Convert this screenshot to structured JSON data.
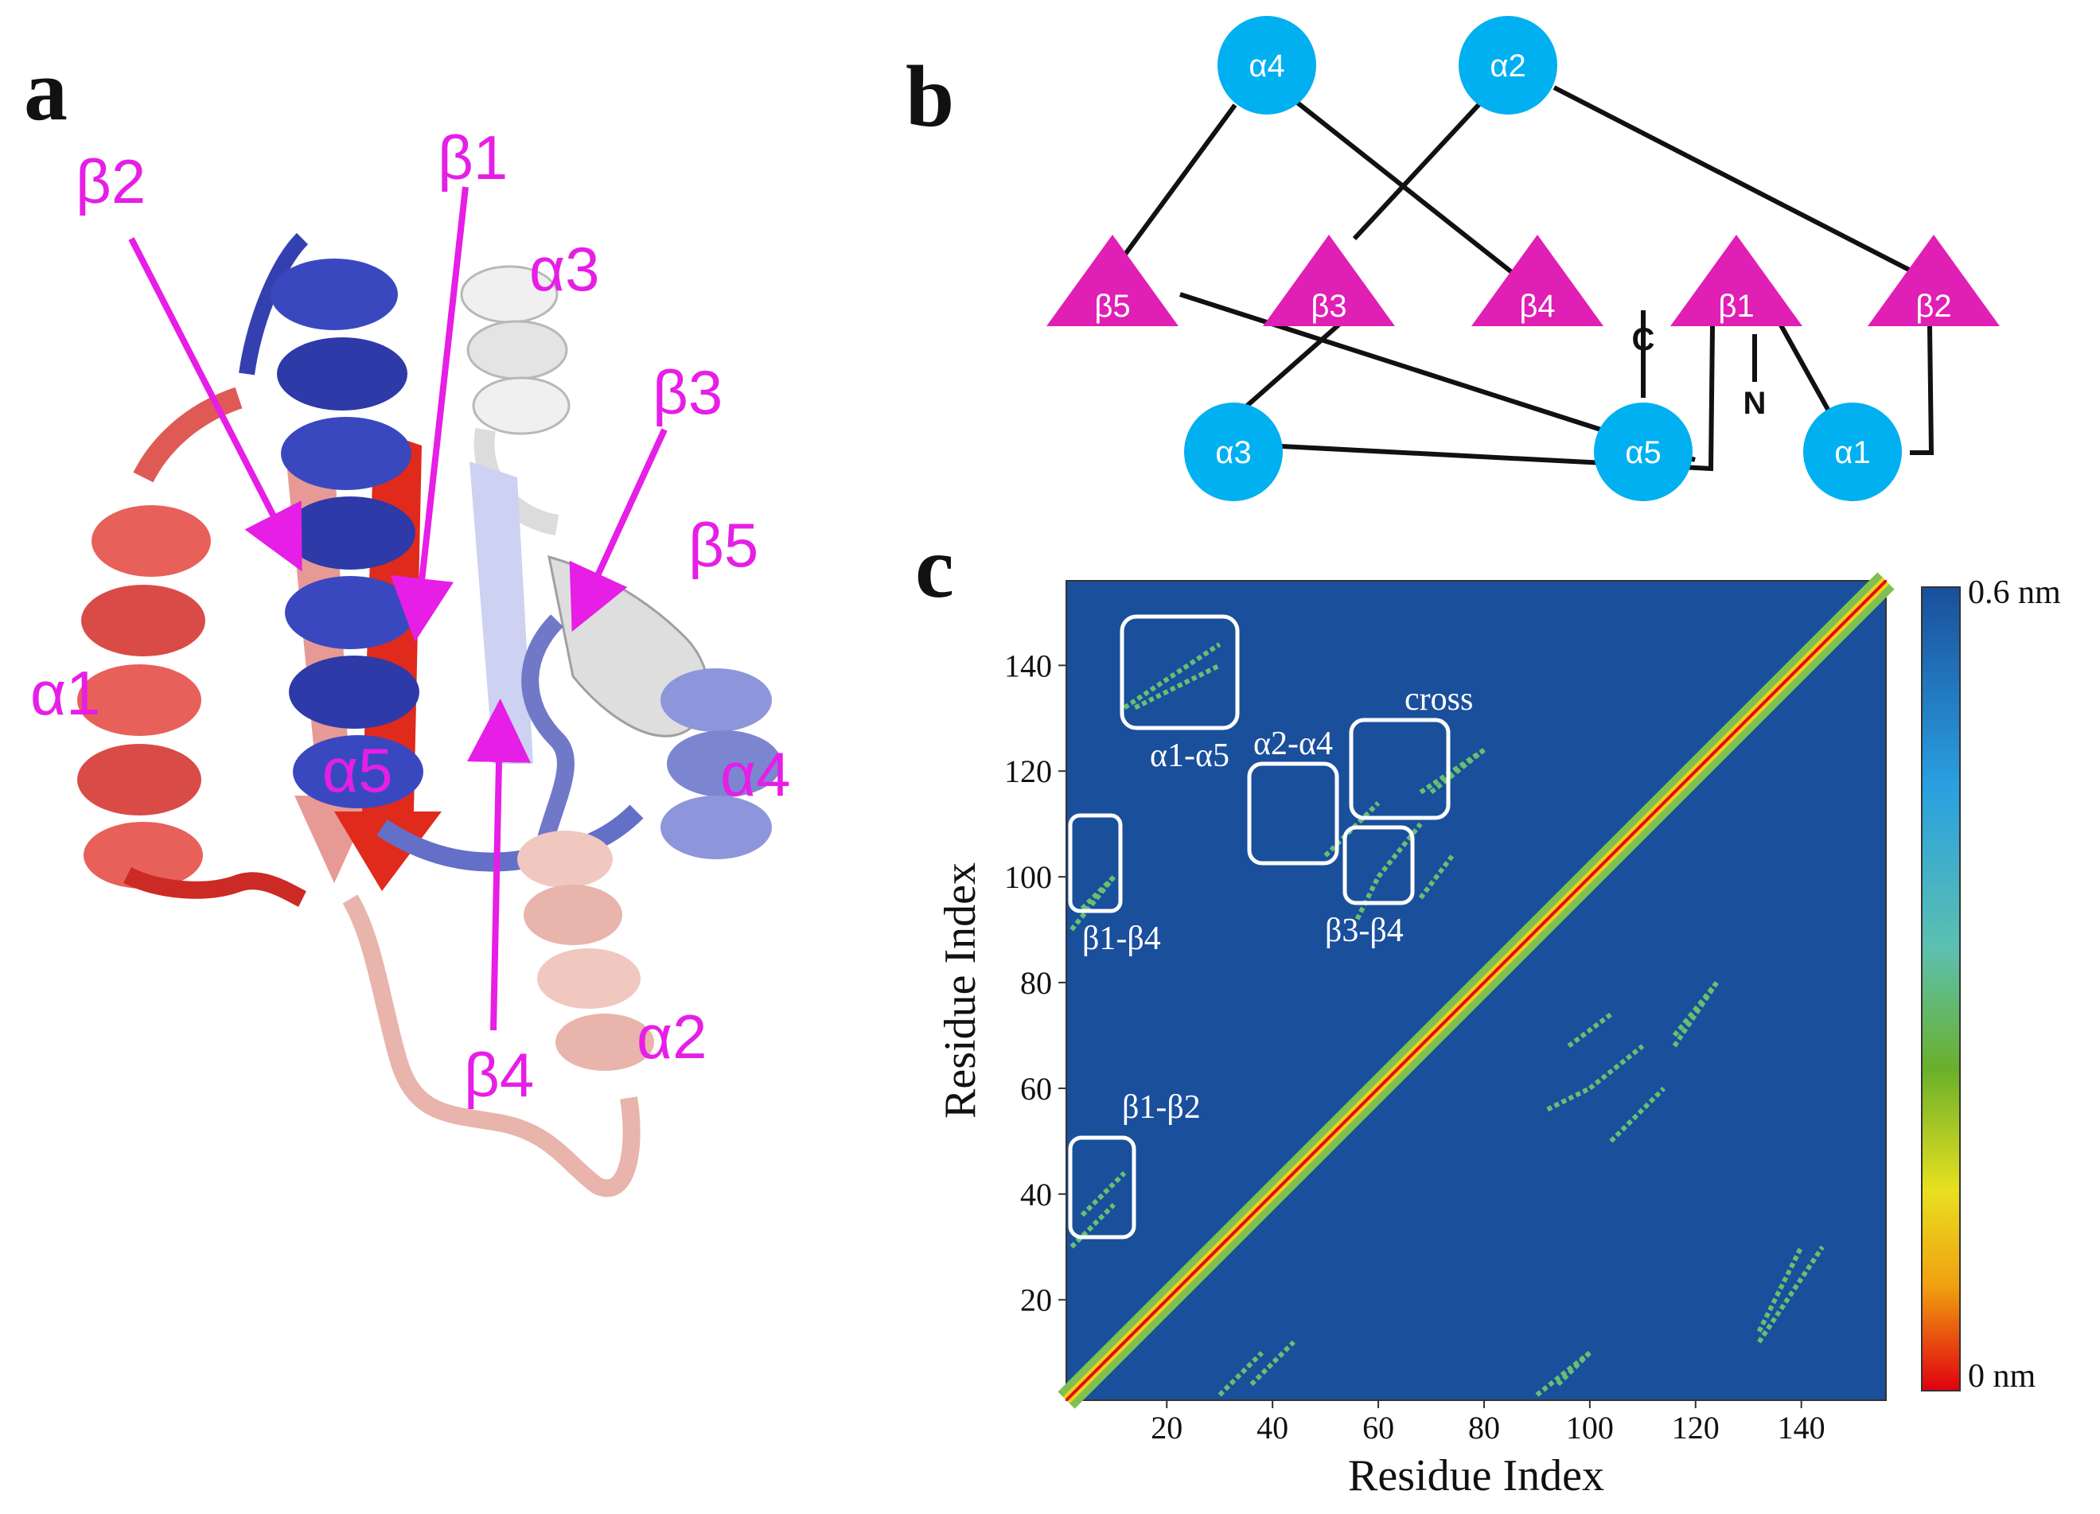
{
  "panels": {
    "a": "a",
    "b": "b",
    "c": "c"
  },
  "structure_labels": {
    "beta2": "β2",
    "beta1": "β1",
    "alpha3": "α3",
    "beta3": "β3",
    "beta5": "β5",
    "alpha1": "α1",
    "alpha5": "α5",
    "alpha4": "α4",
    "beta4": "β4",
    "alpha2": "α2"
  },
  "topology": {
    "helices": [
      "α4",
      "α2",
      "α3",
      "α5",
      "α1"
    ],
    "strands": [
      "β5",
      "β3",
      "β4",
      "β1",
      "β2"
    ],
    "c_terminus": "C",
    "n_terminus": "N",
    "colors": {
      "helix": "#00b0f0",
      "strand": "#e01fb4"
    }
  },
  "chart_data": {
    "type": "heatmap",
    "xlabel": "Residue Index",
    "ylabel": "Residue Index",
    "x_ticks": [
      "20",
      "40",
      "60",
      "80",
      "100",
      "120",
      "140"
    ],
    "y_ticks": [
      "20",
      "40",
      "60",
      "80",
      "100",
      "120",
      "140"
    ],
    "xlim": [
      1,
      156
    ],
    "ylim": [
      1,
      156
    ],
    "colorbar": {
      "max_label": "0.6 nm",
      "min_label": "0 nm"
    },
    "background_color": "#1a4f9c",
    "highlighted_contacts": [
      "α1-α5",
      "α2-α4",
      "cross",
      "β1-β4",
      "β3-β4",
      "β1-β2"
    ]
  }
}
